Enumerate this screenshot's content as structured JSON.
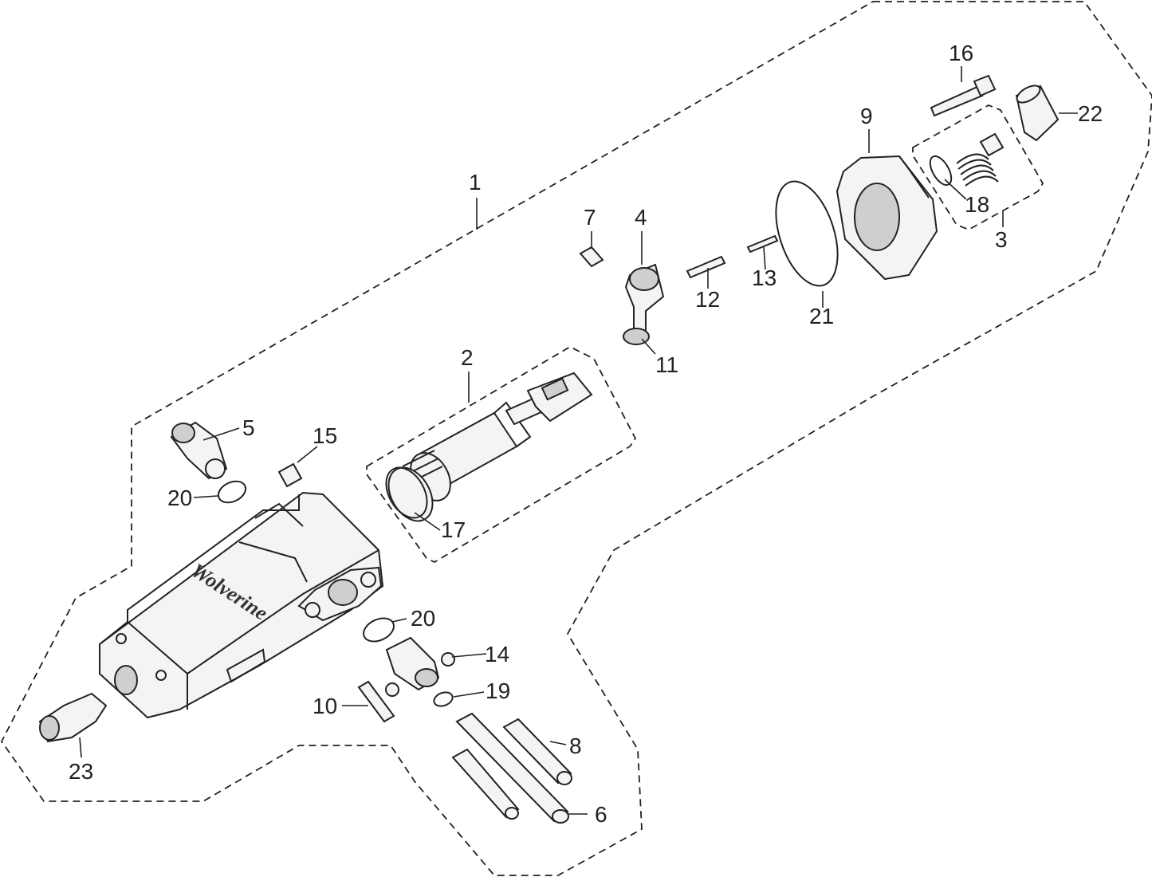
{
  "brand_text": "Wolverine",
  "callouts": {
    "c1": "1",
    "c2": "2",
    "c3": "3",
    "c4": "4",
    "c5": "5",
    "c6": "6",
    "c7": "7",
    "c8": "8",
    "c9": "9",
    "c10": "10",
    "c11": "11",
    "c12": "12",
    "c13": "13",
    "c14": "14",
    "c15": "15",
    "c16": "16",
    "c17": "17",
    "c18": "18",
    "c19": "19",
    "c20a": "20",
    "c20b": "20",
    "c21": "21",
    "c22": "22",
    "c23": "23"
  }
}
